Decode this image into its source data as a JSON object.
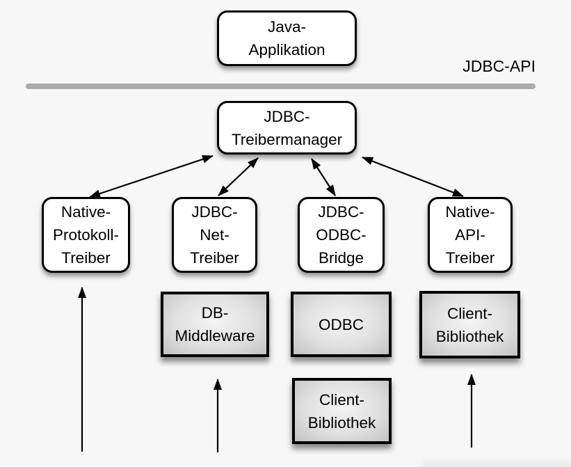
{
  "labels": {
    "jdbc_api": "JDBC-API"
  },
  "boxes": {
    "java_application": {
      "lines": [
        "Java-",
        "Applikation"
      ]
    },
    "jdbc_treibermanager": {
      "lines": [
        "JDBC-",
        "Treibermanager"
      ]
    },
    "native_protokoll_treiber": {
      "lines": [
        "Native-",
        "Protokoll-",
        "Treiber"
      ]
    },
    "jdbc_net_treiber": {
      "lines": [
        "JDBC-",
        "Net-",
        "Treiber"
      ]
    },
    "jdbc_odbc_bridge": {
      "lines": [
        "JDBC-",
        "ODBC-",
        "Bridge"
      ]
    },
    "native_api_treiber": {
      "lines": [
        "Native-",
        "API-",
        "Treiber"
      ]
    },
    "db_middleware": {
      "lines": [
        "DB-",
        "Middleware"
      ]
    },
    "odbc": {
      "lines": [
        "ODBC"
      ]
    },
    "client_bibliothek_odbc": {
      "lines": [
        "Client-",
        "Bibliothek"
      ]
    },
    "client_bibliothek_native": {
      "lines": [
        "Client-",
        "Bibliothek"
      ]
    }
  },
  "colors": {
    "background": "#f7f7f7",
    "box_fill": "#ffffff",
    "box_border": "#000000",
    "gray_box_center": "#f4f4f4",
    "gray_box_edge": "#c2c2c2",
    "divider": "#ababab",
    "arrow": "#000000"
  }
}
